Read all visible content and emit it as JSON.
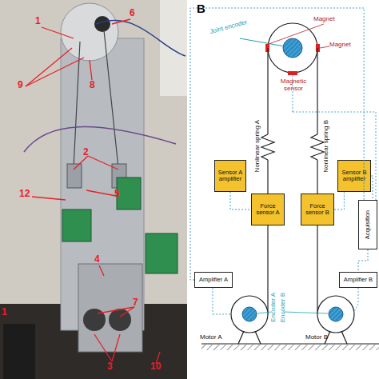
{
  "diagram": {
    "nodes": [
      {
        "text": [
          "Sensor A amplifier"
        ]
      },
      {
        "text": [
          "Force sensor A"
        ]
      },
      {
        "text": [
          "Force sensor B"
        ]
      },
      {
        "text": [
          "Sensor B amplifier"
        ]
      },
      {
        "text": [
          "Acquisition"
        ]
      },
      {
        "text": [
          "Amplifier A"
        ]
      },
      {
        "text": [
          "Amplifier B"
        ]
      }
    ],
    "edges": [
      {
        "from": 0,
        "to": 1,
        "arrow": "none"
      },
      {
        "from": 2,
        "to": 3,
        "arrow": "none"
      },
      {
        "from": 3,
        "to": 4,
        "arrow": "none"
      },
      {
        "from": 4,
        "to": 6,
        "arrow": "none"
      },
      {
        "from": 5,
        "to": 4,
        "arrow": "none"
      }
    ],
    "labels": [
      "1",
      "6",
      "9",
      "8",
      "2",
      "5",
      "12",
      "4",
      "7",
      "1",
      "3",
      "10",
      "B",
      "Magnet",
      "Magnet",
      "Joint encoder",
      "Magnetic sensor",
      "Nonlinear spring A",
      "Nonlinear spring B",
      "Motor A",
      "Encoder A",
      "Encoder B",
      "Motor B"
    ]
  }
}
